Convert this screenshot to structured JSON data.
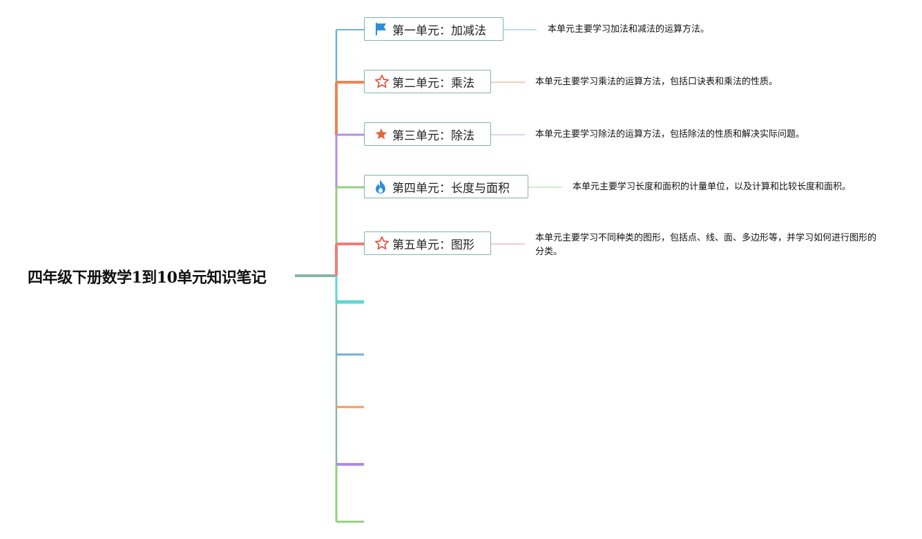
{
  "title": "四年级下册数学1到10单元知识笔记",
  "units": [
    {
      "label": "第一单元：加减法",
      "icon": "flag-icon",
      "color": "#6cb2dc",
      "description": "本单元主要学习加法和减法的运算方法。"
    },
    {
      "label": "第二单元：乘法",
      "icon": "star-outline-icon",
      "color": "#f0844f",
      "description": "本单元主要学习乘法的运算方法，包括口诀表和乘法的性质。"
    },
    {
      "label": "第三单元：除法",
      "icon": "star-filled-icon",
      "color": "#b48fe0",
      "description": "本单元主要学习除法的运算方法，包括除法的性质和解决实际问题。"
    },
    {
      "label": "第四单元：长度与面积",
      "icon": "flame-icon",
      "color": "#94cf7e",
      "description": "本单元主要学习长度和面积的计量单位，以及计算和比较长度和面积。"
    },
    {
      "label": "第五单元：图形",
      "icon": "star-outline-icon",
      "color": "#ee7c78",
      "description": "本单元主要学习不同种类的图形，包括点、线、面、多边形等，并学习如何进行图形的分类。"
    }
  ],
  "empty_branches": [
    {
      "color": "#62d4d4"
    },
    {
      "color": "#6fb0d8"
    },
    {
      "color": "#ef9a63"
    },
    {
      "color": "#b08be3"
    },
    {
      "color": "#8fd27c"
    }
  ],
  "colors": {
    "node_border": "#7fb3a8",
    "root_connector": "#86b5a4",
    "icon_blue": "#2f8fd6",
    "icon_red": "#e0503c",
    "icon_orange": "#e06a3a"
  }
}
